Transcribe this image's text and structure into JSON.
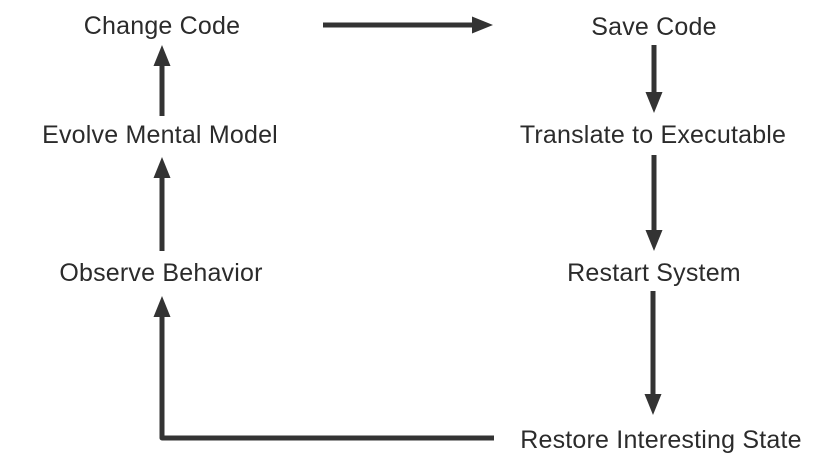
{
  "diagram": {
    "type": "flow-cycle",
    "nodes": {
      "change_code": "Change Code",
      "save_code": "Save Code",
      "evolve_mental_model": "Evolve Mental Model",
      "translate_to_executable": "Translate to Executable",
      "observe_behavior": "Observe Behavior",
      "restart_system": "Restart System",
      "restore_interesting_state": "Restore Interesting State"
    },
    "edges": [
      {
        "from": "Change Code",
        "to": "Save Code",
        "direction": "right"
      },
      {
        "from": "Save Code",
        "to": "Translate to Executable",
        "direction": "down"
      },
      {
        "from": "Translate to Executable",
        "to": "Restart System",
        "direction": "down"
      },
      {
        "from": "Restart System",
        "to": "Restore Interesting State",
        "direction": "down"
      },
      {
        "from": "Restore Interesting State",
        "to": "Observe Behavior",
        "direction": "left-then-up"
      },
      {
        "from": "Observe Behavior",
        "to": "Evolve Mental Model",
        "direction": "up"
      },
      {
        "from": "Evolve Mental Model",
        "to": "Change Code",
        "direction": "up"
      }
    ],
    "colors": {
      "arrow": "#333333",
      "text": "#2b2b2b",
      "background": "#ffffff"
    }
  }
}
